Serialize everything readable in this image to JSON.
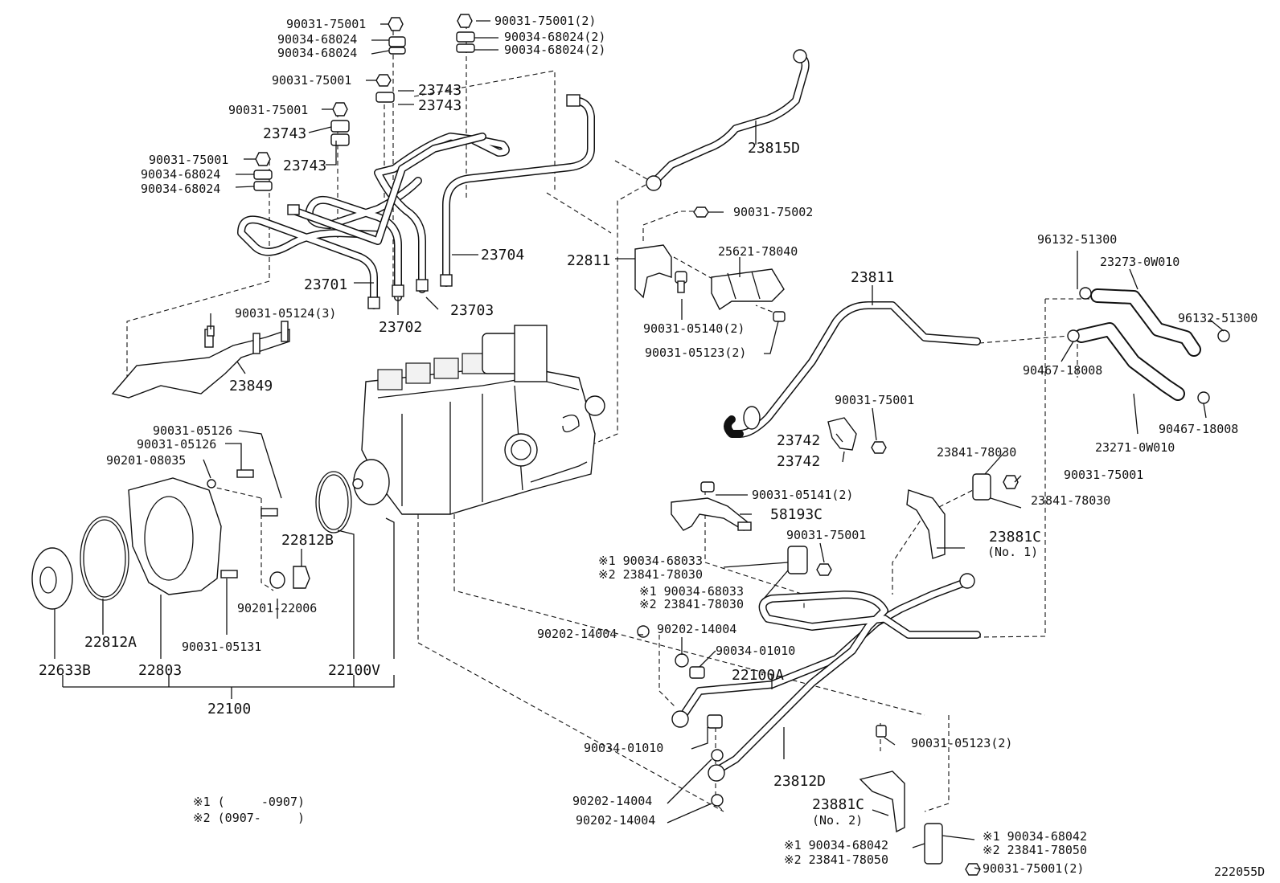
{
  "parts": {
    "p_90031_75001_a": "90031-75001",
    "p_90034_68024_a": "90034-68024",
    "p_90034_68024_b": "90034-68024",
    "p_90031_75001_b": "90031-75001",
    "p_90031_75001_c": "90031-75001",
    "p_23743_a": "23743",
    "p_90031_75001_d": "90031-75001",
    "p_23743_b": "23743",
    "p_90034_68024_c": "90034-68024",
    "p_90034_68024_d": "90034-68024",
    "p_90031_75001_2_top": "90031-75001(2)",
    "p_90034_68024_2_a": "90034-68024(2)",
    "p_90034_68024_2_b": "90034-68024(2)",
    "p_23743_c": "23743",
    "p_23743_d": "23743",
    "p_23815D": "23815D",
    "p_90031_75002": "90031-75002",
    "p_23704": "23704",
    "p_23701": "23701",
    "p_23703": "23703",
    "p_23702": "23702",
    "p_22811": "22811",
    "p_25621_78040": "25621-78040",
    "p_90031_05140_2": "90031-05140(2)",
    "p_90031_05123_2_a": "90031-05123(2)",
    "p_23811": "23811",
    "p_96132_51300_a": "96132-51300",
    "p_23273_0W010": "23273-0W010",
    "p_96132_51300_b": "96132-51300",
    "p_90467_18008_a": "90467-18008",
    "p_90467_18008_b": "90467-18008",
    "p_23271_0W010": "23271-0W010",
    "p_90031_05124_3": "90031-05124(3)",
    "p_23849": "23849",
    "p_90031_05126_a": "90031-05126",
    "p_90031_05126_b": "90031-05126",
    "p_90201_08035": "90201-08035",
    "p_90031_75001_e": "90031-75001",
    "p_23742_a": "23742",
    "p_23742_b": "23742",
    "p_23841_78030_a": "23841-78030",
    "p_90031_75001_f": "90031-75001",
    "p_23841_78030_b": "23841-78030",
    "p_90031_05141_2": "90031-05141(2)",
    "p_58193C": "58193C",
    "p_22812B": "22812B",
    "p_90031_75001_g": "90031-75001",
    "p_23881C_1": "23881C",
    "p_no1": "(No. 1)",
    "p_x1_90034_68033_a": "※1 90034-68033",
    "p_x2_23841_78030_a": "※2 23841-78030",
    "p_x1_90034_68033_b": "※1 90034-68033",
    "p_x2_23841_78030_b": "※2 23841-78030",
    "p_90201_22006": "90201-22006",
    "p_22812A": "22812A",
    "p_90031_05131": "90031-05131",
    "p_22633B": "22633B",
    "p_22803": "22803",
    "p_22100V": "22100V",
    "p_22100": "22100",
    "p_90202_14004_a": "90202-14004",
    "p_90202_14004_b": "90202-14004",
    "p_90034_01010_a": "90034-01010",
    "p_22100A": "22100A",
    "p_90034_01010_b": "90034-01010",
    "p_90031_05123_2_b": "90031-05123(2)",
    "p_90202_14004_c": "90202-14004",
    "p_23812D": "23812D",
    "p_90202_14004_d": "90202-14004",
    "p_23881C_2": "23881C",
    "p_no2": "(No. 2)",
    "p_x1_90034_68042_a": "※1 90034-68042",
    "p_x2_23841_78050_a": "※2 23841-78050",
    "p_x1_90034_68042_b": "※1 90034-68042",
    "p_x2_23841_78050_b": "※2 23841-78050",
    "p_90031_75001_2_bot": "90031-75001(2)"
  },
  "notes": {
    "note1": "※1 (     -0907)",
    "note2": "※2 (0907-     )"
  },
  "figure_id": "222055D"
}
